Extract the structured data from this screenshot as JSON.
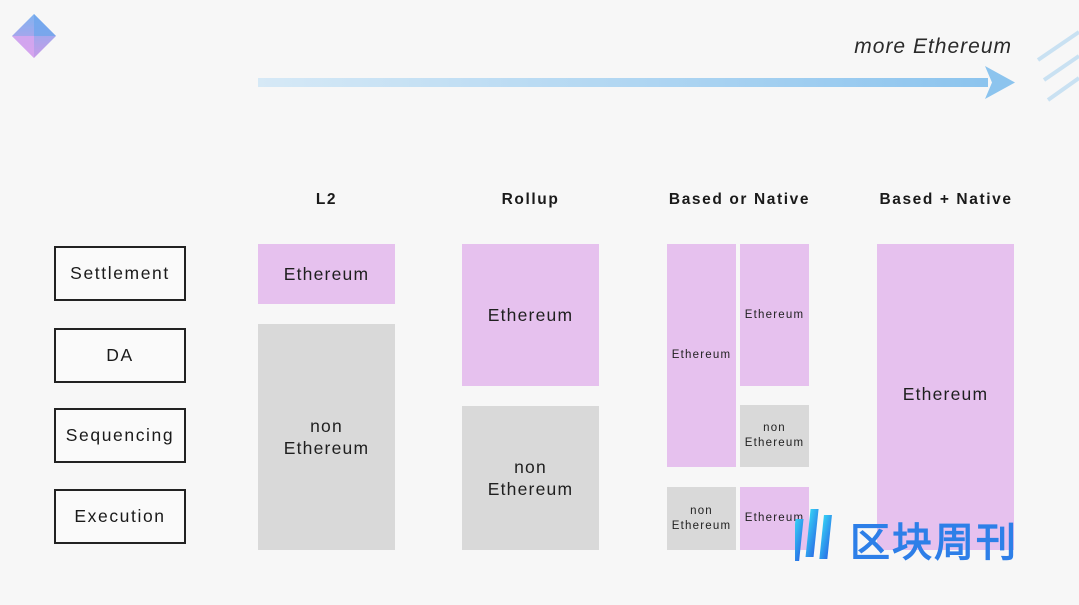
{
  "header": {
    "direction_label": "more Ethereum"
  },
  "layers": [
    "Settlement",
    "DA",
    "Sequencing",
    "Execution"
  ],
  "columns": [
    {
      "title": "L2"
    },
    {
      "title": "Rollup"
    },
    {
      "title": "Based or Native"
    },
    {
      "title": "Based + Native"
    }
  ],
  "blocks": {
    "l2": {
      "eth": "Ethereum",
      "non": "non\nEthereum"
    },
    "rollup": {
      "eth": "Ethereum",
      "non": "non\nEthereum"
    },
    "based_native": {
      "tall_eth": "Ethereum",
      "top_eth": "Ethereum",
      "mid_non": "non\nEthereum",
      "bottom_non": "non\nEthereum",
      "bottom_eth": "Ethereum"
    },
    "based_plus_native": {
      "eth": "Ethereum"
    }
  },
  "watermark": {
    "text": "区块周刊"
  },
  "colors": {
    "ethereum_block": "#e6c1ee",
    "non_ethereum_block": "#d9d9d9",
    "arrow": "#9dcdf0",
    "watermark": "#2d7fe8"
  }
}
